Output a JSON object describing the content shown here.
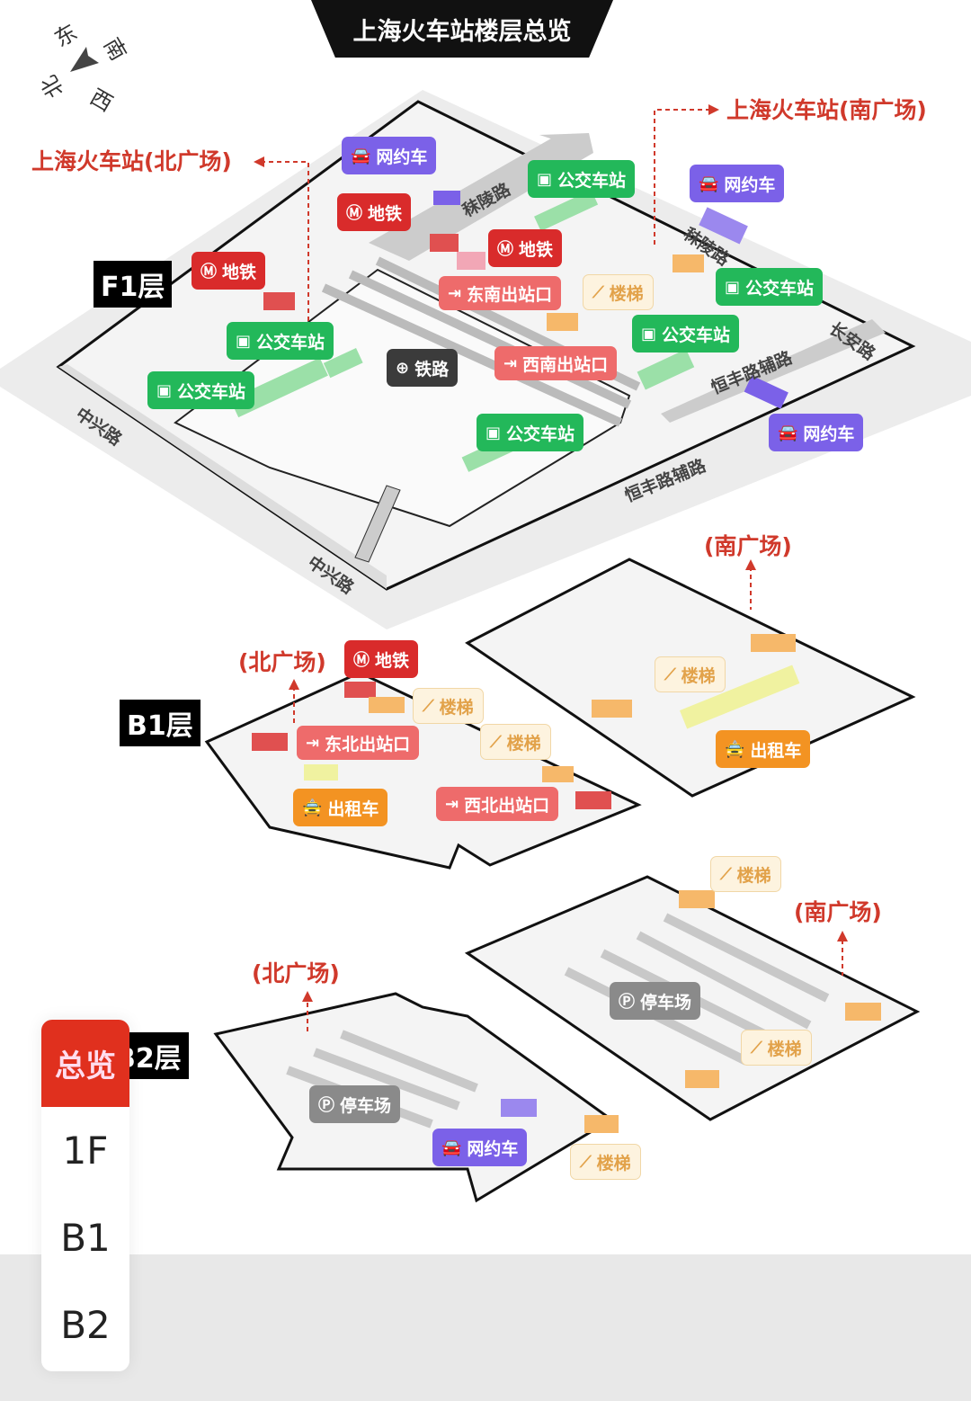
{
  "title": "上海火车站楼层总览",
  "compass": {
    "east": "东",
    "south": "南",
    "north": "北",
    "west": "西"
  },
  "annotations": {
    "north_plaza_full": "上海火车站(北广场)",
    "south_plaza_full": "上海火车站(南广场)",
    "north_plaza": "(北广场)",
    "south_plaza": "(南广场)"
  },
  "floors": {
    "f1": "F1层",
    "b1": "B1层",
    "b2": "B2层"
  },
  "roads": {
    "zhongxing": "中兴路",
    "hengfeng_aux": "恒丰路辅路",
    "moling": "秣陵路",
    "changan": "长安路"
  },
  "labels": {
    "ride_hailing": "网约车",
    "metro": "地铁",
    "bus": "公交车站",
    "railway": "铁路",
    "stairs": "楼梯",
    "taxi": "出租车",
    "parking": "停车场",
    "se_exit": "东南出站口",
    "sw_exit": "西南出站口",
    "ne_exit": "东北出站口",
    "nw_exit": "西北出站口"
  },
  "tabs": [
    {
      "label": "总览",
      "active": true
    },
    {
      "label": "1F"
    },
    {
      "label": "B1"
    },
    {
      "label": "B2"
    }
  ],
  "colors": {
    "metro": "#d92b2b",
    "bus": "#23b85a",
    "ride_hailing": "#7b61e8",
    "taxi": "#f39322",
    "exit": "#ee6b6b",
    "accent": "#e0301e"
  }
}
